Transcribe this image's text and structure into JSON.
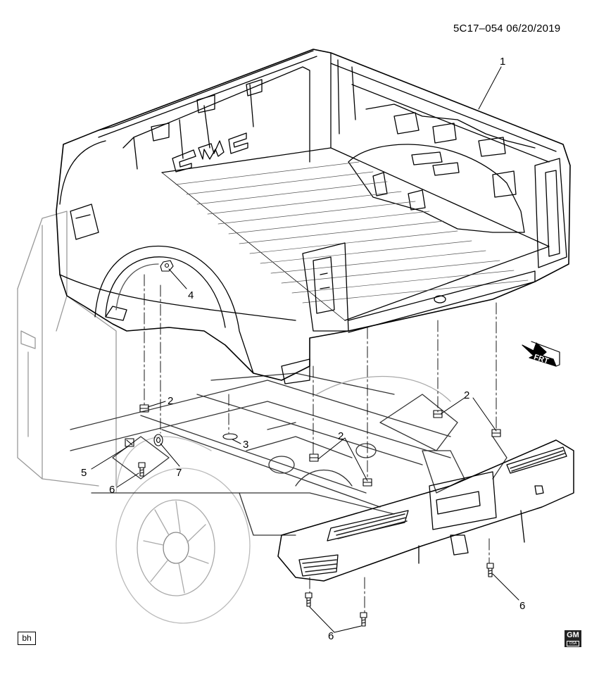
{
  "header": {
    "doc_id": "5C17–054",
    "date": "06/20/2019"
  },
  "callouts": {
    "c1": "1",
    "c2a": "2",
    "c2b": "2",
    "c2c": "2",
    "c3": "3",
    "c4": "4",
    "c5": "5",
    "c6a": "6",
    "c6b": "6",
    "c6c": "6",
    "c7": "7"
  },
  "direction_label": "FRT",
  "artist_initials": "bh",
  "logo": {
    "icon": "gm-logo-icon",
    "text": "GM",
    "sub": "OSA"
  }
}
